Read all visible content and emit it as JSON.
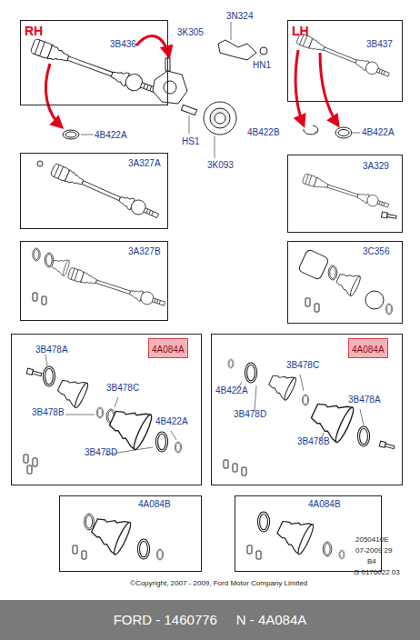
{
  "diagram": {
    "caption": "FORD - 1460776     N - 4A084A",
    "nodes": [
      {
        "text": [
          "RH",
          "3B436"
        ]
      },
      {
        "text": [
          "LH",
          "3B437"
        ]
      },
      {
        "text": [
          "3A327A"
        ]
      },
      {
        "text": [
          "3A329"
        ]
      },
      {
        "text": [
          "3A327B"
        ]
      },
      {
        "text": [
          "3C356"
        ]
      },
      {
        "text": [
          "3B478A",
          "3B478C",
          "3B478B",
          "4B422A",
          "3B478D"
        ]
      },
      {
        "text": [
          "4A084A"
        ],
        "in": 6
      },
      {
        "text": [
          "4B422A",
          "3B478C",
          "3B478D",
          "3B478A",
          "3B478B"
        ]
      },
      {
        "text": [
          "4A084A"
        ],
        "in": 8
      },
      {
        "text": [
          "4A084B"
        ]
      },
      {
        "text": [
          "4A084B"
        ]
      }
    ],
    "labels": [
      "4B422A",
      "3K305",
      "3N324",
      "HN1",
      "HS1",
      "3K093",
      "4B422B",
      "4B422A",
      "©Copyright, 2007 - 2009, Ford Motor Company Limited",
      "2050410E",
      "07-2009 29",
      "B4",
      "G 0176022 03"
    ]
  }
}
